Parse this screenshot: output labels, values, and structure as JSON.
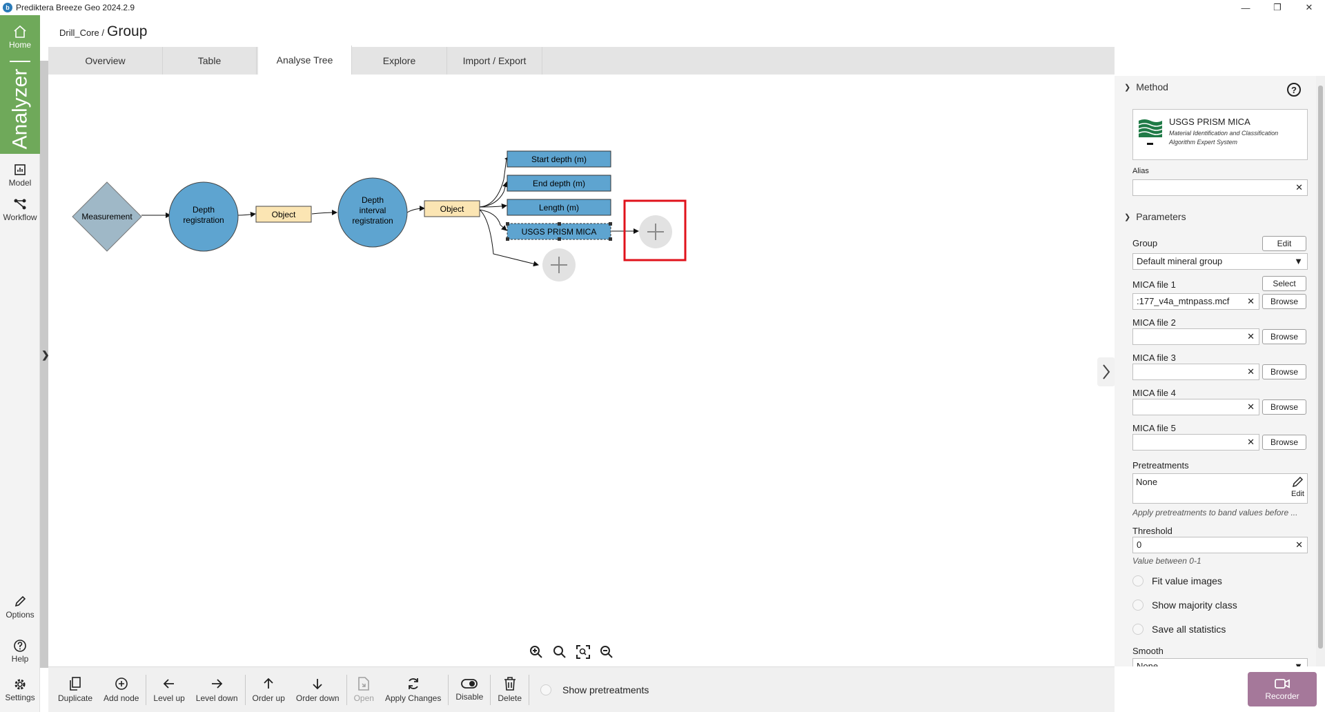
{
  "window": {
    "title": "Prediktera Breeze Geo 2024.2.9",
    "logo_letter": "b"
  },
  "sidebar": {
    "home": "Home",
    "section": "Analyzer",
    "model": "Model",
    "workflow": "Workflow",
    "options": "Options",
    "help": "Help",
    "settings": "Settings"
  },
  "header": {
    "breadcrumb": "Drill_Core /",
    "title": "Group"
  },
  "tabs": [
    {
      "label": "Overview"
    },
    {
      "label": "Table"
    },
    {
      "label": "Analyse Tree",
      "active": true
    },
    {
      "label": "Explore"
    },
    {
      "label": "Import / Export"
    }
  ],
  "tree": {
    "measurement": "Measurement",
    "depth_registration": [
      "Depth",
      "registration"
    ],
    "object1": "Object",
    "depth_interval": [
      "Depth",
      "interval",
      "registration"
    ],
    "object2": "Object",
    "start_depth": "Start depth (m)",
    "end_depth": "End depth (m)",
    "length": "Length (m)",
    "mica": "USGS PRISM MICA",
    "colors": {
      "circle": "#5ea4d0",
      "diamond": "#9fb8c7",
      "object": "#fbe5b3",
      "rect": "#5ea4d0",
      "highlight": "#e0121b"
    }
  },
  "toolbar": {
    "duplicate": "Duplicate",
    "add_node": "Add node",
    "level_up": "Level up",
    "level_down": "Level down",
    "order_up": "Order up",
    "order_down": "Order down",
    "open": "Open",
    "apply_changes": "Apply Changes",
    "disable": "Disable",
    "delete": "Delete",
    "show_pretreatments": "Show pretreatments"
  },
  "panel": {
    "method_heading": "Method",
    "method_name": "USGS PRISM MICA",
    "method_desc": "Material Identification and Classification Algorithm Expert System",
    "alias_label": "Alias",
    "alias_value": "",
    "parameters_heading": "Parameters",
    "group_label": "Group",
    "group_edit": "Edit",
    "group_value": "Default mineral group",
    "mica_file_1_label": "MICA file 1",
    "select_label": "Select",
    "mica_file_1_value": ":177_v4a_mtnpass.mcf",
    "browse_label": "Browse",
    "mica_file_2_label": "MICA file 2",
    "mica_file_3_label": "MICA file 3",
    "mica_file_4_label": "MICA file 4",
    "mica_file_5_label": "MICA file 5",
    "pretreatments_label": "Pretreatments",
    "pretreatments_value": "None",
    "pretreatments_edit": "Edit",
    "pretreatments_note": "Apply pretreatments to band values before ...",
    "threshold_label": "Threshold",
    "threshold_value": "0",
    "threshold_note": "Value between 0-1",
    "fit_value_images": "Fit value images",
    "show_majority_class": "Show majority class",
    "save_all_statistics": "Save all statistics",
    "smooth_label": "Smooth",
    "smooth_value": "None"
  },
  "recorder": {
    "label": "Recorder"
  }
}
